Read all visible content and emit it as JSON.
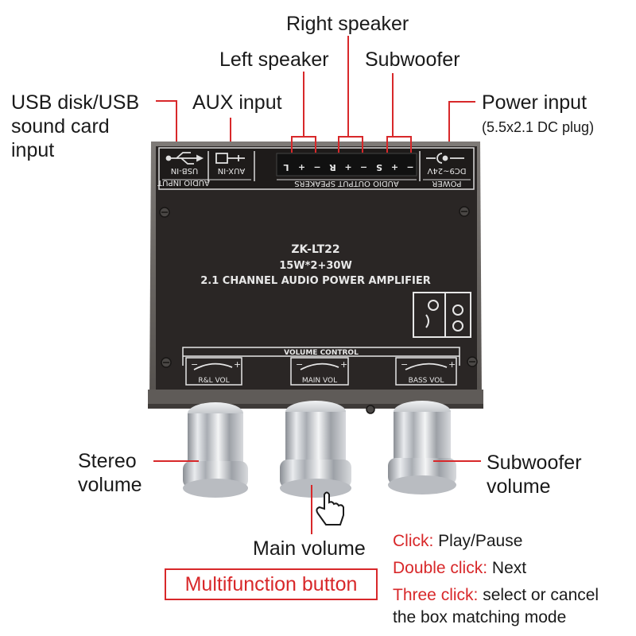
{
  "labels": {
    "usb_input": [
      "USB disk/USB",
      "sound card",
      "input"
    ],
    "aux_input": "AUX input",
    "left_speaker": "Left speaker",
    "right_speaker": "Right speaker",
    "subwoofer": "Subwoofer",
    "power_input": "Power input",
    "power_note": "(5.5x2.1 DC plug)",
    "stereo_volume": [
      "Stereo",
      "volume"
    ],
    "subwoofer_volume": [
      "Subwoofer",
      "volume"
    ],
    "main_volume": "Main volume",
    "multifunction_button": "Multifunction button"
  },
  "board": {
    "model": "ZK-LT22",
    "power_rating": "15W*2+30W",
    "description": "2.1 CHANNEL AUDIO POWER AMPLIFIER",
    "volume_control": "VOLUME CONTROL",
    "knob_labels": [
      "R&L VOL",
      "MAIN VOL",
      "BASS VOL"
    ],
    "audio_input": "AUDIO INPUT",
    "usb_in": "USB-IN",
    "aux_in": "AUX-IN",
    "audio_output_speakers": "AUDIO OUTPUT SPEAKERS",
    "terminals": [
      "L",
      "+",
      "−",
      "R",
      "+",
      "−",
      "S",
      "+",
      "−"
    ],
    "power_label": "POWER",
    "power_range": "DC9~24V",
    "minus": "−",
    "plus": "+"
  },
  "instructions": [
    {
      "key": "Click:",
      "text": " Play/Pause"
    },
    {
      "key": "Double click:",
      "text": " Next"
    },
    {
      "key": "Three click:",
      "text": " select or cancel"
    },
    {
      "key": "",
      "text": "the box matching mode"
    }
  ],
  "colors": {
    "accent": "#d8282a",
    "board_dark": "#2a2625",
    "board_frame": "#6d6a68",
    "silkscreen": "#e8e8e8",
    "knob_chrome": "#c9ccd0"
  }
}
